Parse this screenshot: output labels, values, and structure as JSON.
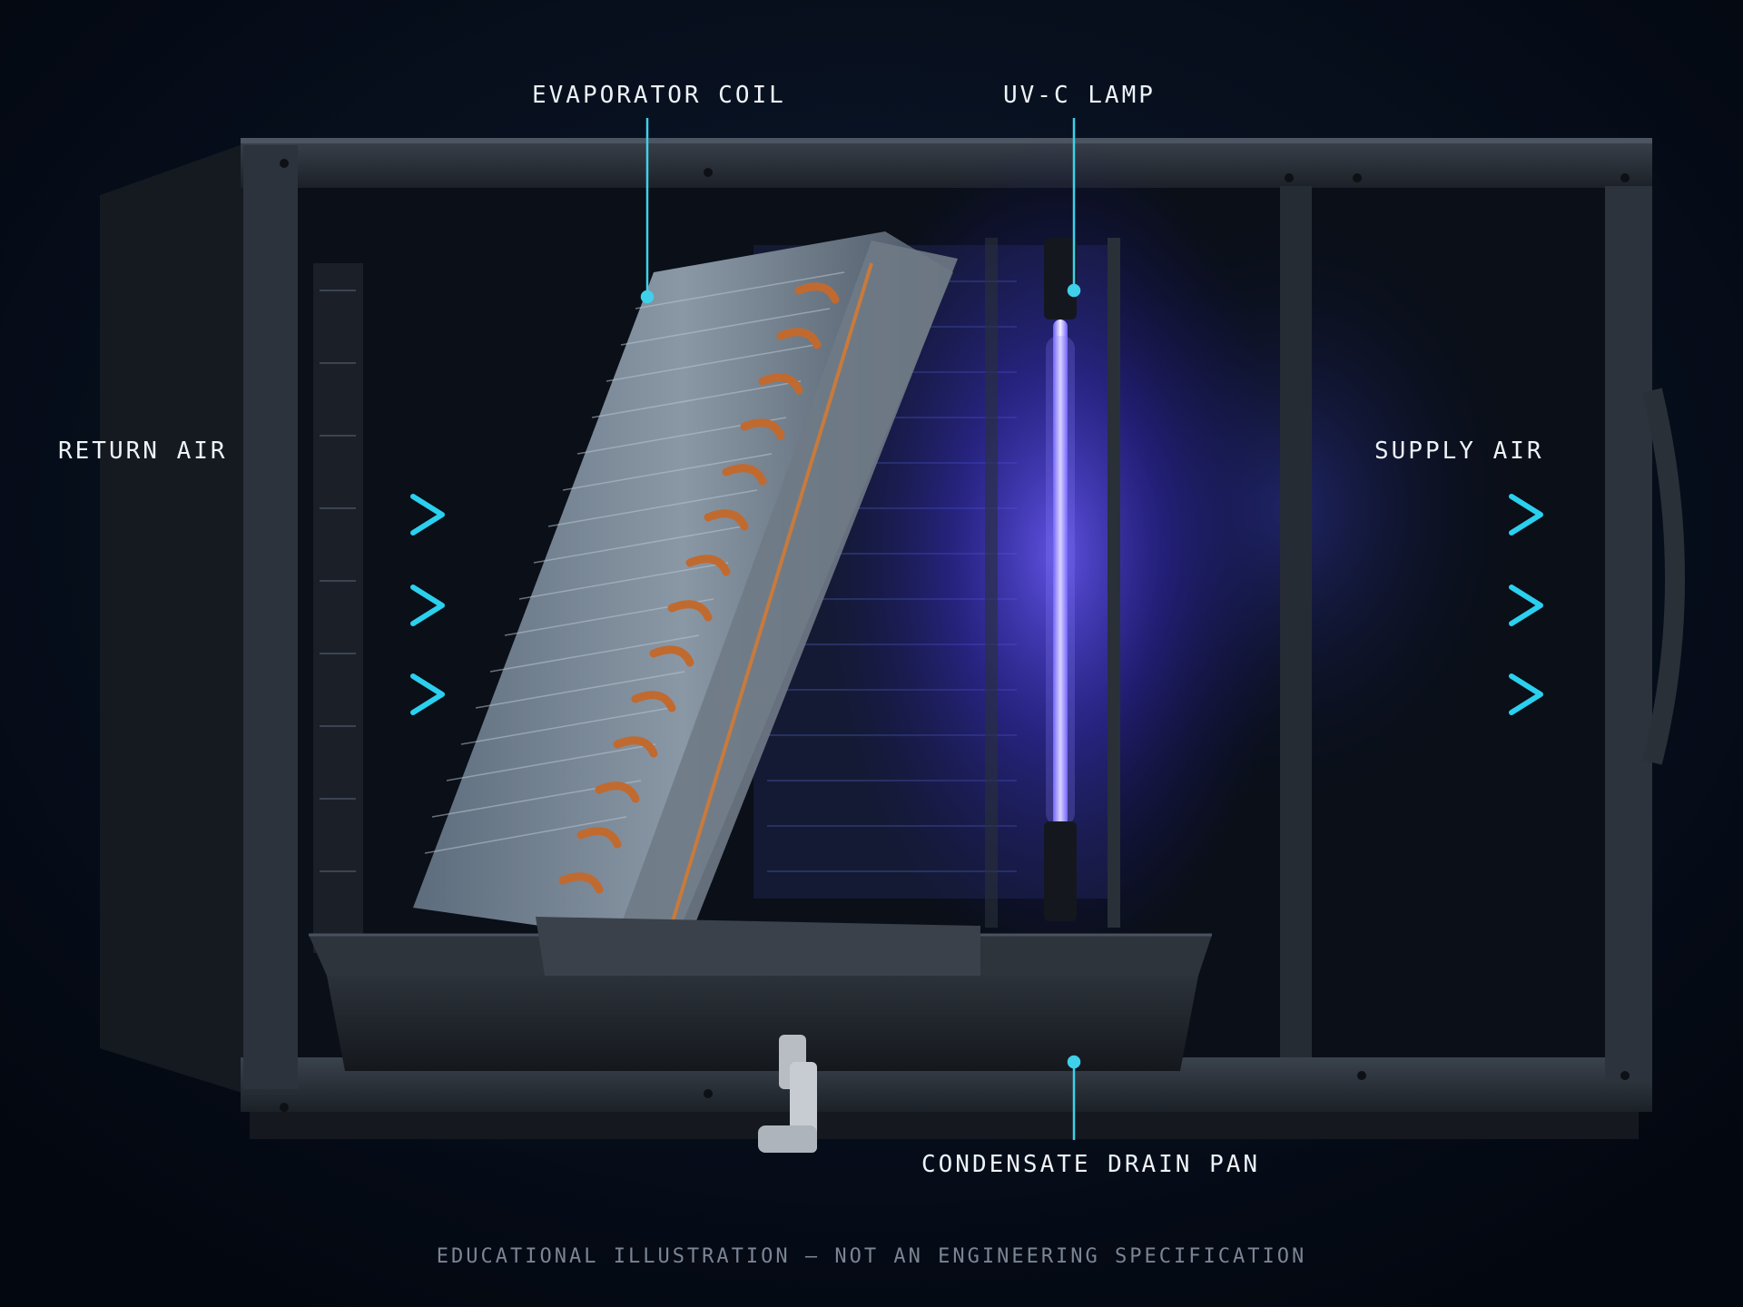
{
  "labels": {
    "evaporator_coil": "EVAPORATOR COIL",
    "uvc_lamp": "UV-C LAMP",
    "return_air": "RETURN AIR",
    "supply_air": "SUPPLY AIR",
    "condensate_drain_pan": "CONDENSATE DRAIN PAN"
  },
  "footer": "EDUCATIONAL ILLUSTRATION — NOT AN ENGINEERING SPECIFICATION",
  "colors": {
    "background": "#050b16",
    "housing": "#2a3038",
    "airflow_arrow": "#1fb6d8",
    "leader_line": "#3fd0ea",
    "uv_glow": "#5b4dff",
    "copper": "#b8652e",
    "label_text": "#eef3f8",
    "footer_text": "#7c8594"
  },
  "airflow": {
    "return_arrows": 3,
    "supply_arrows": 3
  }
}
